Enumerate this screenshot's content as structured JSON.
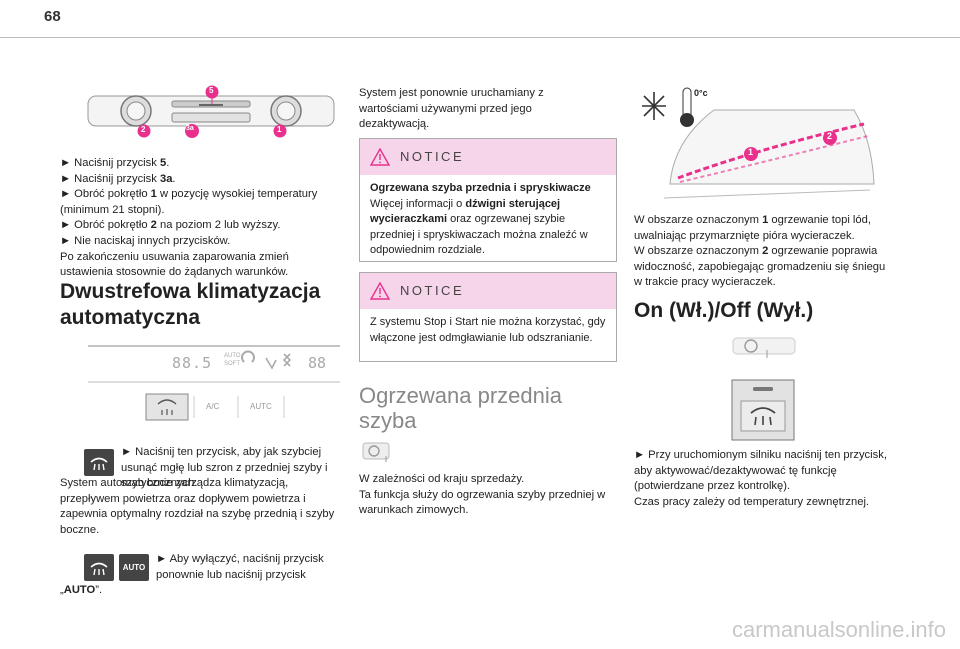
{
  "page": {
    "number": "68"
  },
  "col1": {
    "steps": [
      {
        "pre": "► Naciśnij przycisk ",
        "bold": "5",
        "post": "."
      },
      {
        "pre": "► Naciśnij przycisk ",
        "bold": "3a",
        "post": "."
      },
      {
        "pre": "► Obróć pokrętło ",
        "bold": "1",
        "post": " w pozycję wysokiej temperatury (minimum 21 stopni)."
      },
      {
        "pre": "► Obróć pokrętło ",
        "bold": "2",
        "post": " na poziom 2 lub wyższy."
      },
      {
        "pre": "► Nie naciskaj innych przycisków.",
        "bold": "",
        "post": ""
      }
    ],
    "after_text": "Po zakończeniu usuwania zaparowania zmień ustawienia stosownie do żądanych warunków.",
    "heading": "Dwustrefowa klimatyzacja automatyczna",
    "panel_labels": {
      "display1": "88.5",
      "display2": "88",
      "auto_small": "AUTO",
      "soft": "SOFT",
      "ac": "A/C",
      "auto": "AUTC"
    },
    "illus_callouts": [
      "5",
      "2",
      "3a",
      "1"
    ],
    "step_defrost": "► Naciśnij ten przycisk, aby jak szybciej usunąć mgłę lub szron z przedniej szyby i szyb bocznych.",
    "system_text": "System automatycznie zarządza klimatyzacją, przepływem powietrza oraz dopływem powietrza i zapewnia optymalny rozdział na szybę przednią i szyby boczne.",
    "step_off": "► Aby wyłączyć, naciśnij przycisk ponownie lub naciśnij przycisk",
    "auto_quote_open": "„",
    "auto_quote_bold": "AUTO",
    "auto_quote_close": "”.",
    "auto_icon_label": "AUTO"
  },
  "col2": {
    "intro": "System jest ponownie uruchamiany z wartościami używanymi przed jego dezaktywacją.",
    "notice1": {
      "title": "NOTICE",
      "bold_title": "Ogrzewana szyba przednia i spryskiwacze",
      "text_pre": "Więcej informacji o ",
      "text_bold": "dźwigni sterującej wycieraczkami",
      "text_post": " oraz ogrzewanej szybie przedniej i spryskiwaczach można znaleźć w odpowiednim rozdziale."
    },
    "notice2": {
      "title": "NOTICE",
      "text": "Z systemu Stop i Start nie można korzystać, gdy włączone jest odmgławianie lub odszranianie."
    },
    "heading": "Ogrzewana przednia szyba",
    "availability": "W zależności od kraju sprzedaży.",
    "description": "Ta funkcja służy do ogrzewania szyby przedniej w warunkach zimowych."
  },
  "col3": {
    "temp_label": "0°c",
    "illus_callouts": [
      "1",
      "2"
    ],
    "zone_text_1_pre": "W obszarze oznaczonym ",
    "zone_text_1_bold": "1",
    "zone_text_1_post": " ogrzewanie topi lód, uwalniając przymarznięte pióra wycieraczek.",
    "zone_text_2_pre": "W obszarze oznaczonym ",
    "zone_text_2_bold": "2",
    "zone_text_2_post": " ogrzewanie poprawia widoczność, zapobiegając gromadzeniu się śniegu w trakcie pracy wycieraczek.",
    "heading": "On (Wł.)/Off (Wył.)",
    "step": "► Przy uruchomionym silniku naciśnij ten przycisk, aby aktywować/dezaktywować tę funkcję (potwierdzane przez kontrolkę).",
    "duration": "Czas pracy zależy od temperatury zewnętrznej."
  },
  "colors": {
    "accent_pink": "#e8308c",
    "notice_bg": "#f6d4ea",
    "heading_grey": "#888888",
    "icon_dark": "#444444"
  },
  "watermark": "carmanualsonline.info"
}
